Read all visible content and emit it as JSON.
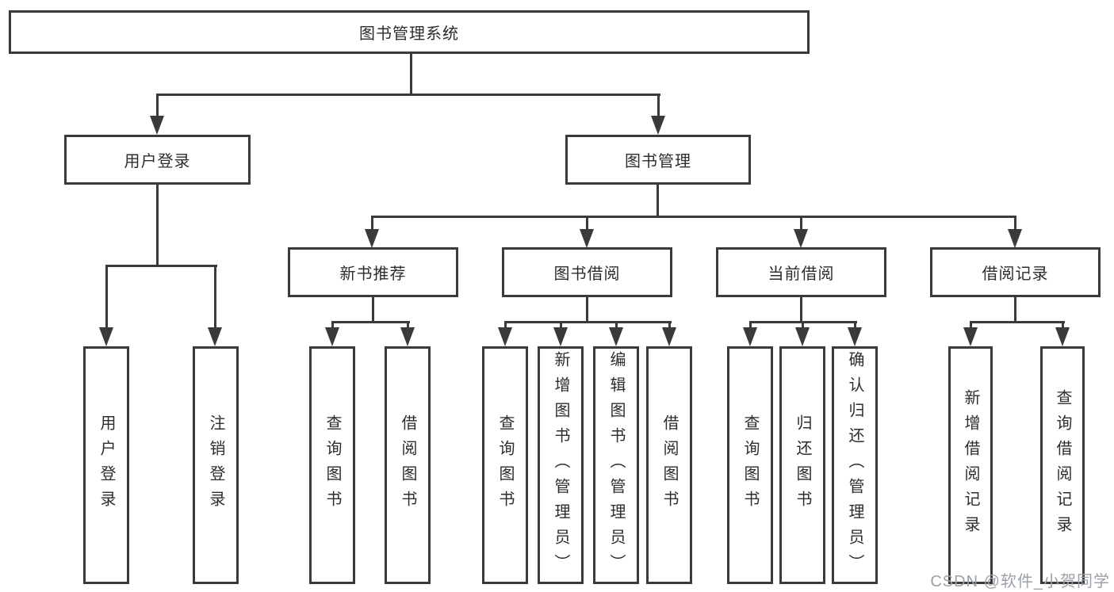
{
  "diagram": {
    "type": "hierarchy-tree",
    "title": "图书管理系统",
    "tree": {
      "label": "图书管理系统",
      "children": [
        {
          "label": "用户登录",
          "children": [
            {
              "label": "用户登录"
            },
            {
              "label": "注销登录"
            }
          ]
        },
        {
          "label": "图书管理",
          "children": [
            {
              "label": "新书推荐",
              "children": [
                {
                  "label": "查询图书"
                },
                {
                  "label": "借阅图书"
                }
              ]
            },
            {
              "label": "图书借阅",
              "children": [
                {
                  "label": "查询图书"
                },
                {
                  "label": "新增图书（管理员）"
                },
                {
                  "label": "编辑图书（管理员）"
                },
                {
                  "label": "借阅图书"
                }
              ]
            },
            {
              "label": "当前借阅",
              "children": [
                {
                  "label": "查询图书"
                },
                {
                  "label": "归还图书"
                },
                {
                  "label": "确认归还（管理员）"
                }
              ]
            },
            {
              "label": "借阅记录",
              "children": [
                {
                  "label": "新增借阅记录"
                },
                {
                  "label": "查询借阅记录"
                }
              ]
            }
          ]
        }
      ]
    },
    "colors": {
      "line": "#3a3a3a",
      "box_border": "#3a3a3a",
      "box_fill": "#ffffff",
      "text": "#2d2d2d",
      "watermark": "#9ba1a8",
      "background": "#ffffff"
    }
  },
  "watermark": {
    "text": "CSDN @软件_小贺同学"
  }
}
